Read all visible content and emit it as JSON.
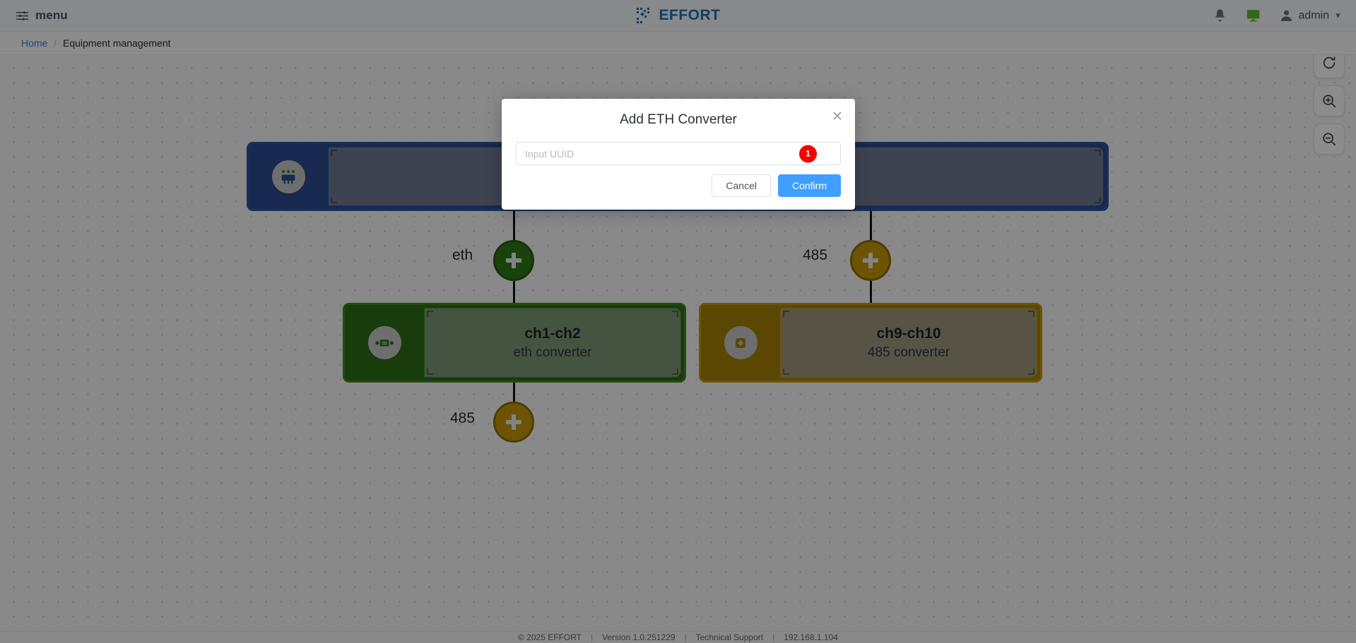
{
  "header": {
    "menu_label": "menu",
    "menu_icon": "sliders-icon",
    "brand_icon": "qr-code-icon",
    "brand_text": "EFFORT",
    "brand_color": "#1b72b8",
    "brand_accent_color": "#76bc21",
    "notification_icon": "bell-icon",
    "monitor_icon": "monitor-icon",
    "monitor_color": "#5cbf2a",
    "user_icon": "user-icon",
    "user_name": "admin",
    "caret_icon": "chevron-down-icon"
  },
  "breadcrumb": {
    "home": "Home",
    "separator": "/",
    "current": "Equipment management"
  },
  "canvas": {
    "nodes": [
      {
        "id": "gateway",
        "icon": "gateway-chip-icon",
        "title": "",
        "subtitle": "",
        "color": "#2b4b8f",
        "body_color": "#6f7a92"
      },
      {
        "id": "eth-converter",
        "icon": "eth-converter-icon",
        "title": "ch1-ch2",
        "subtitle": "eth converter",
        "color": "#2c6e16",
        "body_color": "#7f9a77"
      },
      {
        "id": "rs485-converter",
        "icon": "square-plus-icon",
        "title": "ch9-ch10",
        "subtitle": "485 converter",
        "color": "#a88205",
        "body_color": "#a0997e"
      }
    ],
    "add_buttons": [
      {
        "id": "add-eth-top",
        "label": "eth",
        "color": "#2f7a17",
        "icon": "plus-icon"
      },
      {
        "id": "add-485-top",
        "label": "485",
        "color": "#c79a08",
        "icon": "plus-icon"
      },
      {
        "id": "add-485-bottom",
        "label": "485",
        "color": "#c79a08",
        "icon": "plus-icon"
      }
    ]
  },
  "toolbar": {
    "buttons": [
      {
        "id": "refresh",
        "icon": "refresh-icon"
      },
      {
        "id": "zoom-in",
        "icon": "zoom-in-icon"
      },
      {
        "id": "zoom-out",
        "icon": "zoom-out-icon"
      }
    ]
  },
  "modal": {
    "title": "Add ETH Converter",
    "close_icon": "close-icon",
    "uuid_placeholder": "Input UUID",
    "uuid_value": "",
    "badge_count": "1",
    "badge_color": "#f50000",
    "cancel_label": "Cancel",
    "confirm_label": "Confirm",
    "confirm_color": "#409eff"
  },
  "footer": {
    "copyright": "© 2025 EFFORT",
    "sep": "|",
    "version": "Version 1.0.251229",
    "support": "Technical Support",
    "ip": "192.168.1.104"
  }
}
